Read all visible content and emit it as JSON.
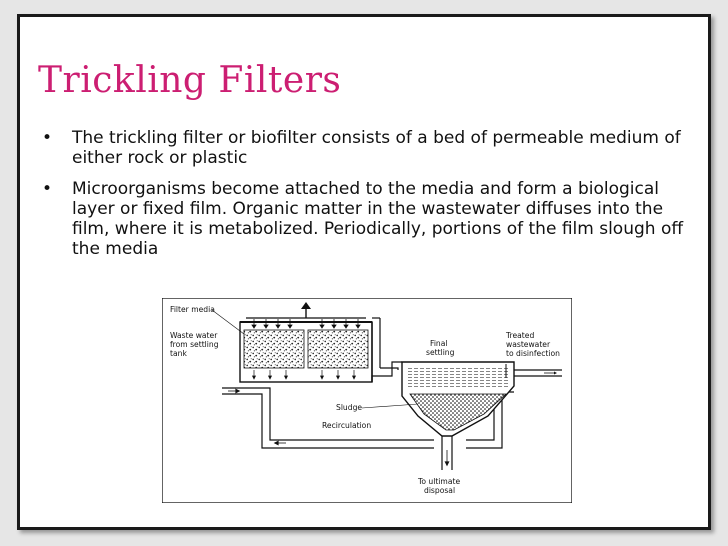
{
  "slide": {
    "title": "Trickling Filters",
    "bullets": [
      {
        "text": "The trickling filter or biofilter consists of a bed of permeable medium of either rock or plastic"
      },
      {
        "text": "Microorganisms become attached to the media and form a biological layer or fixed film. Organic matter in the wastewater diffuses into the film, where it is metabolized. Periodically, portions of the film slough off the media"
      }
    ],
    "bullet_glyph": "•"
  },
  "diagram": {
    "labels": {
      "filter_media": "Filter media",
      "waste_water_1": "Waste water",
      "waste_water_2": "from settling",
      "waste_water_3": "tank",
      "final_1": "Final",
      "final_2": "settling",
      "treated_1": "Treated",
      "treated_2": "wastewater",
      "treated_3": "to disinfection",
      "sludge": "Sludge",
      "recirculation": "Recirculation",
      "disposal_1": "To ultimate",
      "disposal_2": "disposal"
    }
  },
  "colors": {
    "title": "#cc1e72",
    "text": "#111111",
    "frame": "#1a1a1a",
    "background": "#ececec"
  }
}
